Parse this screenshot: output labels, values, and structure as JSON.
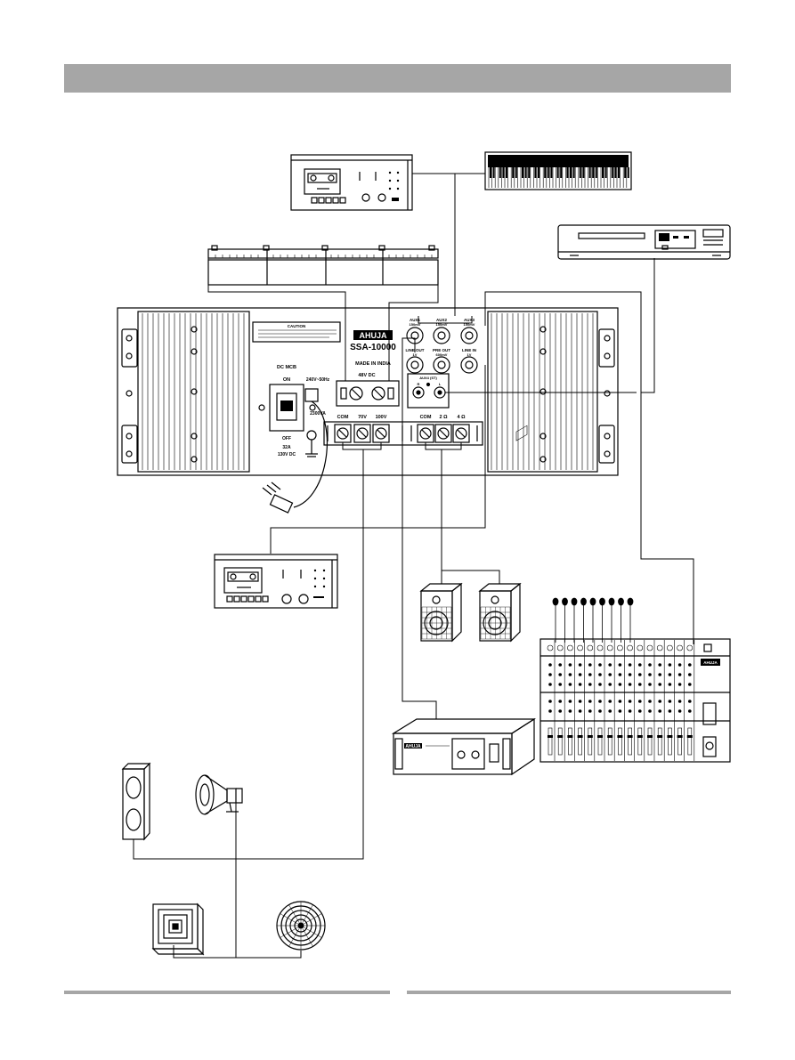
{
  "panel": {
    "brand": "AHUJA",
    "model": "SSA-10000",
    "made_in": "MADE IN INDIA",
    "caution_title": "CAUTION",
    "dc_mcb": "DC MCB",
    "mcb_on": "ON",
    "mcb_off": "OFF",
    "mcb_rating_1": "32A",
    "mcb_rating_2": "130V DC",
    "mains_label": "240V~50Hz",
    "power_label": "2300VA",
    "dc_label": "48V DC",
    "aux1": "AUX1",
    "aux2": "AUX2",
    "aux3": "AUX3",
    "aux_level": "150mV",
    "line_out": "LINE OUT",
    "pre_out": "PRE OUT",
    "line_in": "LINE IN",
    "line_level": "1V",
    "pre_level": "600mV",
    "aux4": "AUX4 (ST)",
    "aux4_r": "R",
    "aux4_l": "L",
    "com": "COM",
    "v70": "70V",
    "v100": "100V",
    "ohm2": "2 Ω",
    "ohm4": "4 Ω"
  },
  "booster": {
    "brand": "AHUJA"
  },
  "mixer": {
    "brand": "AHUJA"
  }
}
